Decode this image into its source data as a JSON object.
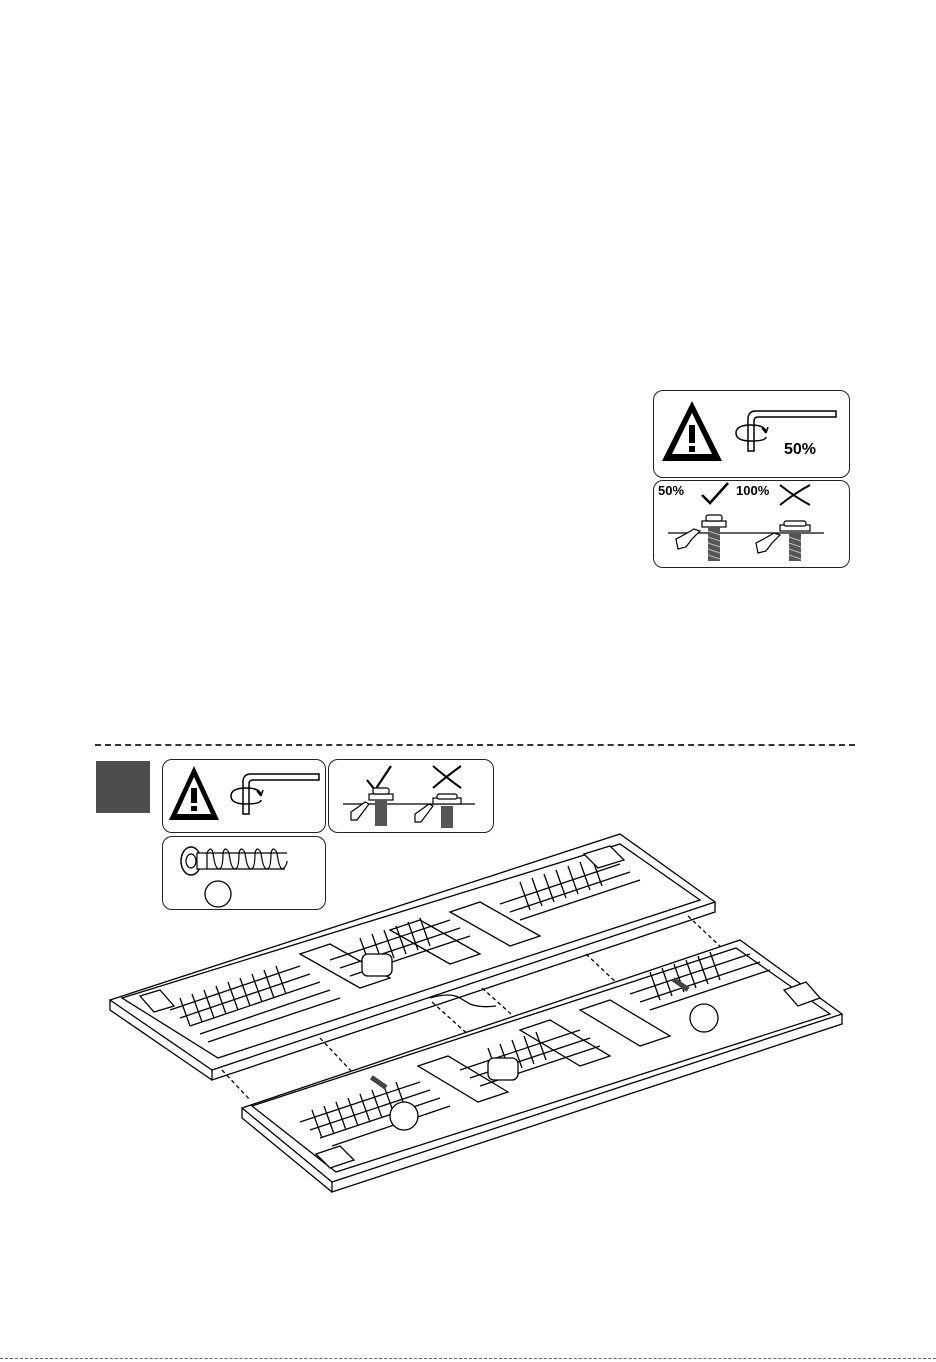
{
  "warning_panel": {
    "torque_label": "50%",
    "correct_label": "50%",
    "incorrect_label": "100%"
  },
  "step": {
    "number": ""
  },
  "part_callouts": {
    "screw_ref": "",
    "panel_a_ref": "",
    "panel_b_ref": "",
    "screw_ref_left": "",
    "screw_ref_right": ""
  }
}
